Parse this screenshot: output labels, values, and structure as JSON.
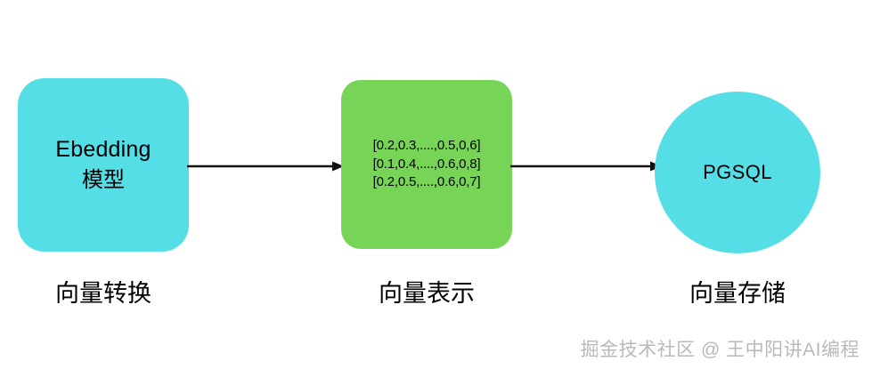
{
  "diagram": {
    "background_color": "#ffffff",
    "nodes": [
      {
        "id": "embedding-model",
        "shape": "rounded-rectangle",
        "color": "#55DEE6",
        "title_en": "Ebedding",
        "title_cn": "模型",
        "caption": "向量转换"
      },
      {
        "id": "vector-representation",
        "shape": "rounded-rectangle",
        "color": "#78D457",
        "vectors": [
          "[0.2,0.3,....,0.5,0,6]",
          "[0.1,0.4,....,0.6,0,8]",
          "[0.2,0.5,....,0.6,0,7]"
        ],
        "caption": "向量表示"
      },
      {
        "id": "vector-store",
        "shape": "ellipse",
        "color": "#55DEE6",
        "title_en": "PGSQL",
        "caption": "向量存储"
      }
    ],
    "arrows": [
      {
        "id": "arrow-embedding-to-vectors",
        "from": "embedding-model",
        "to": "vector-representation",
        "color": "#111111"
      },
      {
        "id": "arrow-vectors-to-store",
        "from": "vector-representation",
        "to": "vector-store",
        "color": "#111111"
      }
    ],
    "watermark": "掘金技术社区 @ 王中阳讲AI编程"
  }
}
